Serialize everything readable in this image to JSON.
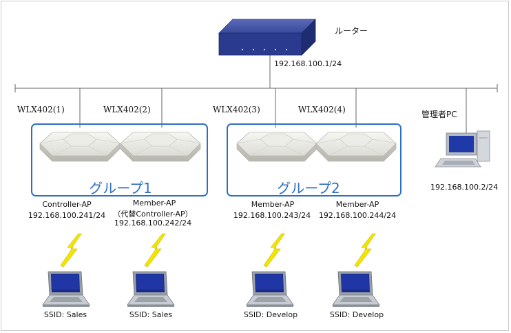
{
  "router": {
    "label": "ルーター",
    "ip": "192.168.100.1/24"
  },
  "aps": [
    {
      "name": "WLX402(1)",
      "role": "Controller-AP",
      "role_sub": "",
      "ip": "192.168.100.241/24"
    },
    {
      "name": "WLX402(2)",
      "role": "Member-AP",
      "role_sub": "（代替Controller-AP）",
      "ip": "192.168.100.242/24"
    },
    {
      "name": "WLX402(3)",
      "role": "Member-AP",
      "role_sub": "",
      "ip": "192.168.100.243/24"
    },
    {
      "name": "WLX402(4)",
      "role": "Member-AP",
      "role_sub": "",
      "ip": "192.168.100.244/24"
    }
  ],
  "groups": [
    {
      "label": "グループ1"
    },
    {
      "label": "グループ2"
    }
  ],
  "admin_pc": {
    "label": "管理者PC",
    "ip": "192.168.100.2/24"
  },
  "clients": [
    {
      "ssid": "SSID: Sales"
    },
    {
      "ssid": "SSID: Sales"
    },
    {
      "ssid": "SSID: Develop"
    },
    {
      "ssid": "SSID: Develop"
    }
  ],
  "colors": {
    "group_border": "#2f6fc0",
    "router": "#2a3a8c",
    "bolt": "#f2e600",
    "line": "#666666"
  }
}
